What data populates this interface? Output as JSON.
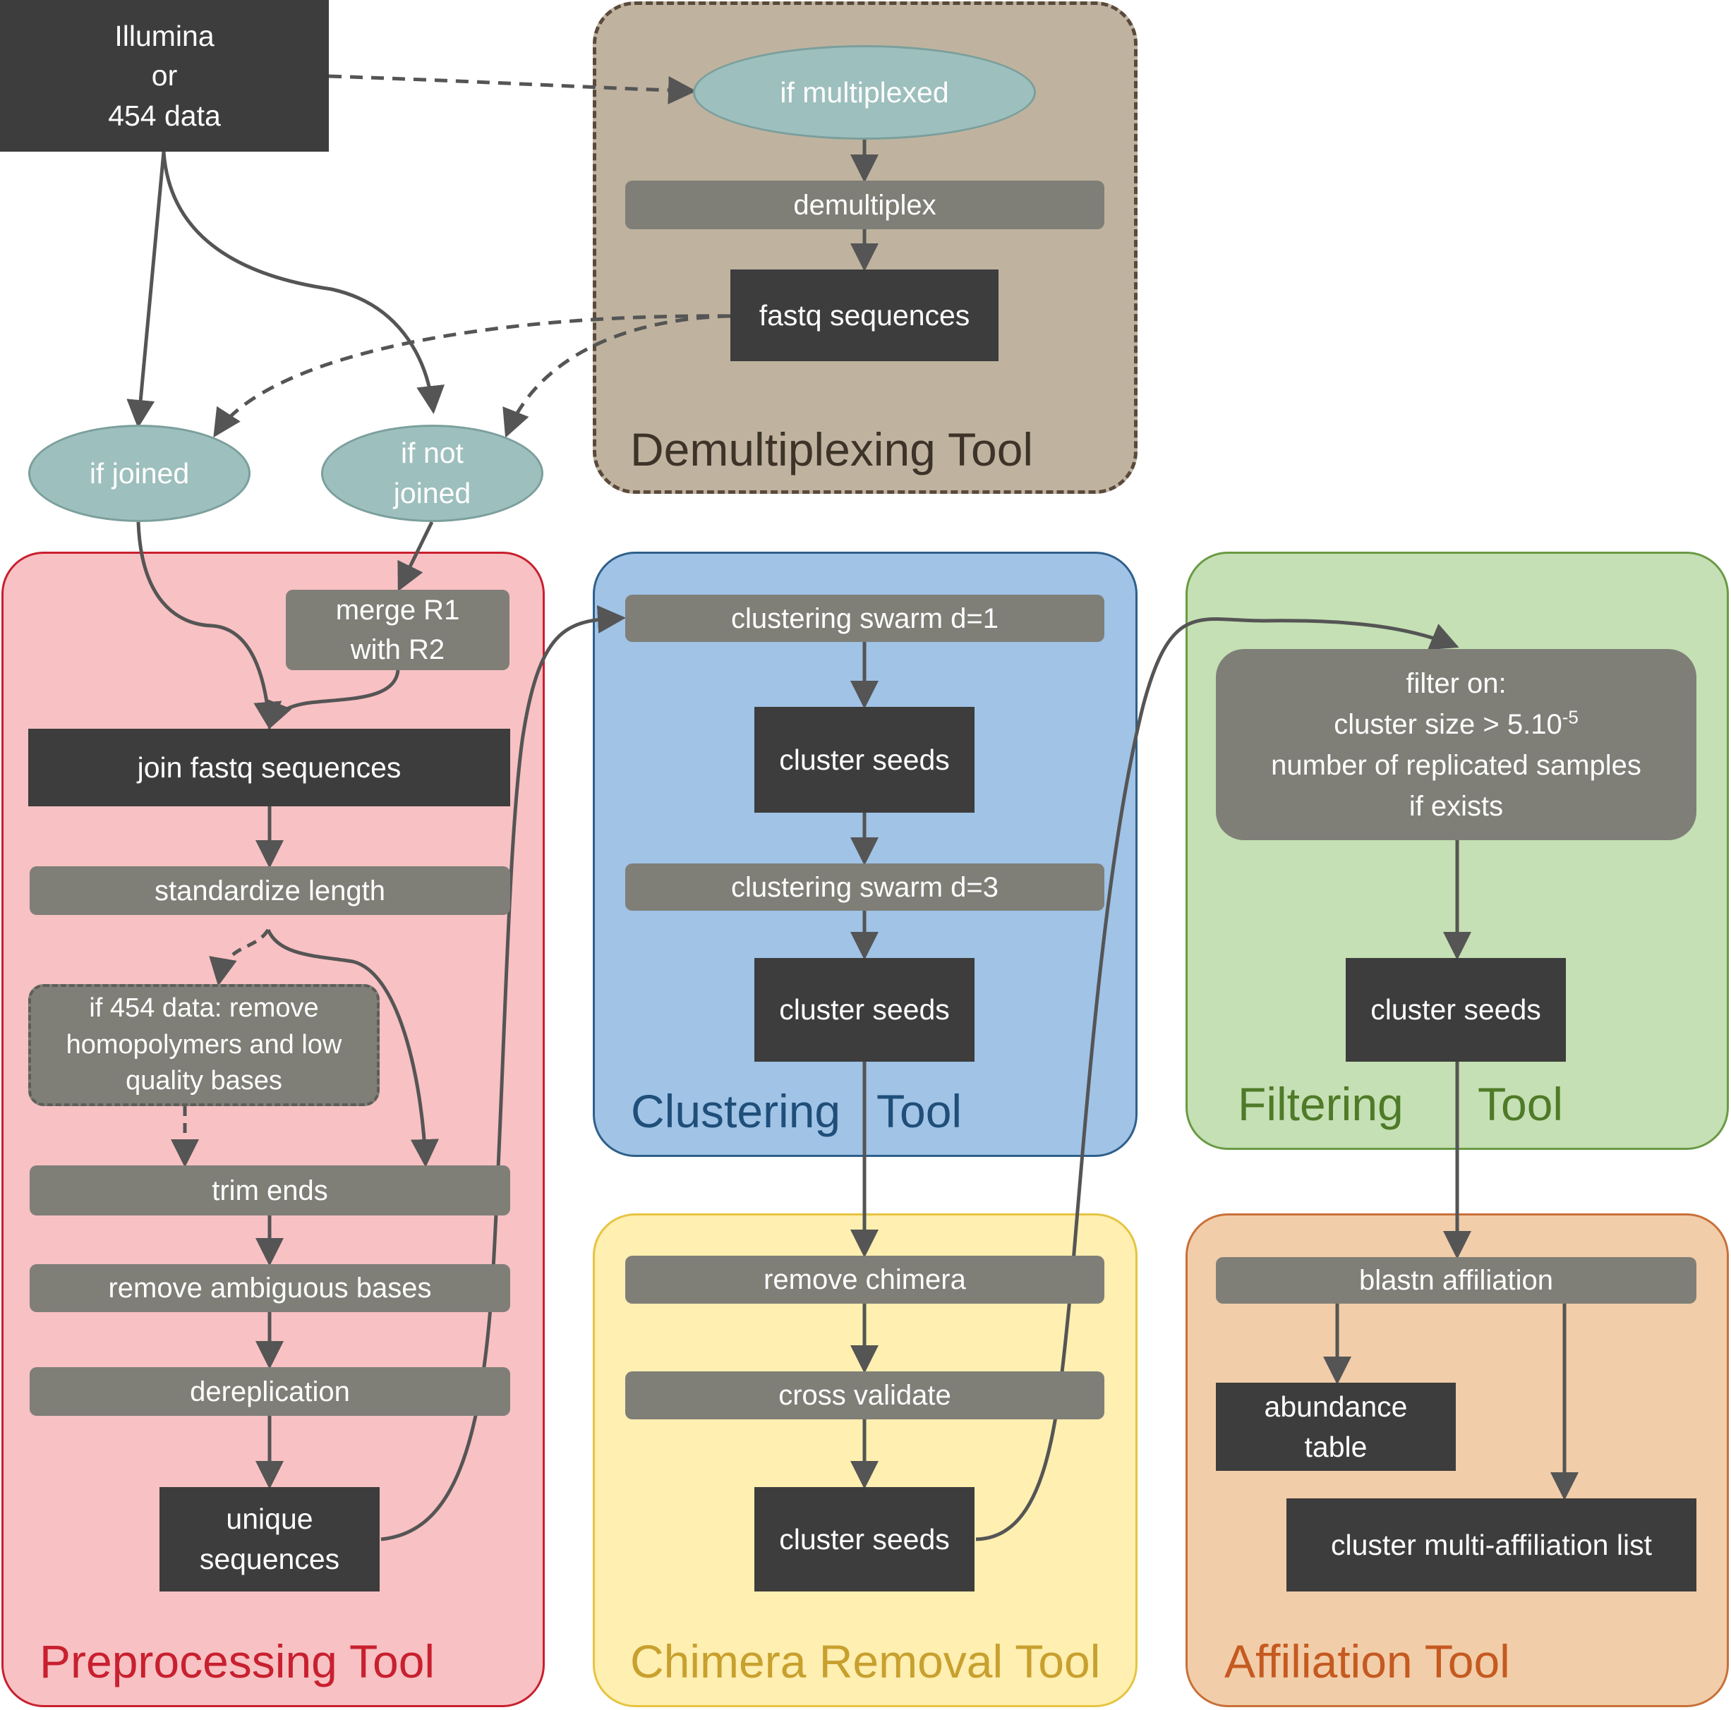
{
  "source": {
    "line1": "Illumina",
    "line2": "or",
    "line3": "454  data"
  },
  "conditions": {
    "multiplexed": "if multiplexed",
    "joined": "if joined",
    "not_joined": "if not\njoined"
  },
  "demultiplexing": {
    "title": "Demultiplexing Tool",
    "steps": {
      "demultiplex": "demultiplex",
      "fastq": "fastq sequences"
    }
  },
  "preprocessing": {
    "title": "Preprocessing Tool",
    "steps": {
      "merge": "merge R1\nwith R2",
      "join": "join fastq sequences",
      "standardize": "standardize length",
      "homopolymers": "if 454 data: remove\nhomopolymers and low\nquality bases",
      "trim": "trim ends",
      "ambiguous": "remove ambiguous bases",
      "dereplication": "dereplication",
      "unique": "unique\nsequences"
    }
  },
  "clustering": {
    "title_a": "Clustering",
    "title_b": "Tool",
    "steps": {
      "swarm1": "clustering  swarm d=1",
      "seeds1": "cluster seeds",
      "swarm3": "clustering  swarm d=3",
      "seeds2": "cluster seeds"
    }
  },
  "chimera": {
    "title": "Chimera Removal Tool",
    "steps": {
      "remove": "remove chimera",
      "cross": "cross validate",
      "seeds": "cluster seeds"
    }
  },
  "filtering": {
    "title_a": "Filtering",
    "title_b": "Tool",
    "steps": {
      "filter_l1": "filter on:",
      "filter_l2": "cluster size > 5.10",
      "filter_exp": "-5",
      "filter_l3": "number of replicated samples",
      "filter_l4": "if exists",
      "seeds": "cluster seeds"
    }
  },
  "affiliation": {
    "title": "Affiliation Tool",
    "steps": {
      "blastn": "blastn affiliation",
      "abundance": "abundance\ntable",
      "multi": "cluster multi-affiliation list"
    }
  },
  "colors": {
    "preprocessing_fill": "#f8c1c3",
    "preprocessing_title": "#c8202f",
    "clustering_fill": "#a0c3e6",
    "clustering_title": "#1f4e79",
    "chimera_fill": "#ffefb0",
    "chimera_title": "#c8a02e",
    "filtering_fill": "#c5e0b4",
    "filtering_title": "#4f7a28",
    "affiliation_fill": "#f2cda9",
    "affiliation_title": "#c55a20",
    "demultiplexing_fill": "#bfb39f",
    "demultiplexing_title": "#3d3328"
  }
}
